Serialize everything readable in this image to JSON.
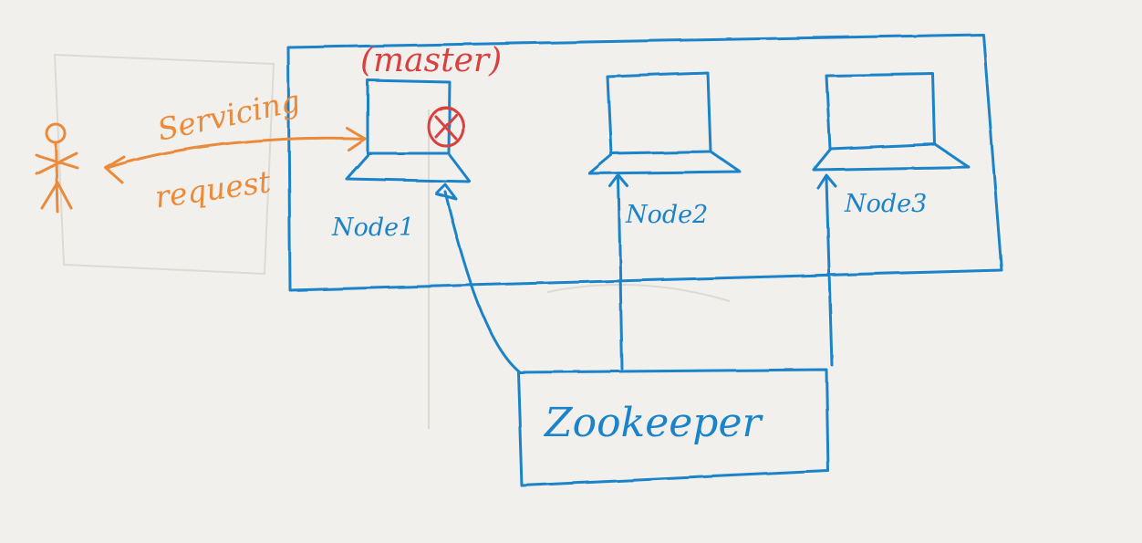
{
  "diagram": {
    "master_label": "(master)",
    "serving_label": "Servicing",
    "request_label": "request",
    "nodes": [
      {
        "id": "node1",
        "label": "Node1",
        "failed": true
      },
      {
        "id": "node2",
        "label": "Node2",
        "failed": false
      },
      {
        "id": "node3",
        "label": "Node3",
        "failed": false
      }
    ],
    "coordinator_label": "Zookeeper",
    "colors": {
      "cluster": "#1a83c9",
      "client": "#ec8a3a",
      "master": "#d94040",
      "board": "#f1f0ec"
    },
    "icons": {
      "client": "stick-figure-icon",
      "node": "laptop-icon",
      "failure": "circled-x-icon"
    }
  }
}
